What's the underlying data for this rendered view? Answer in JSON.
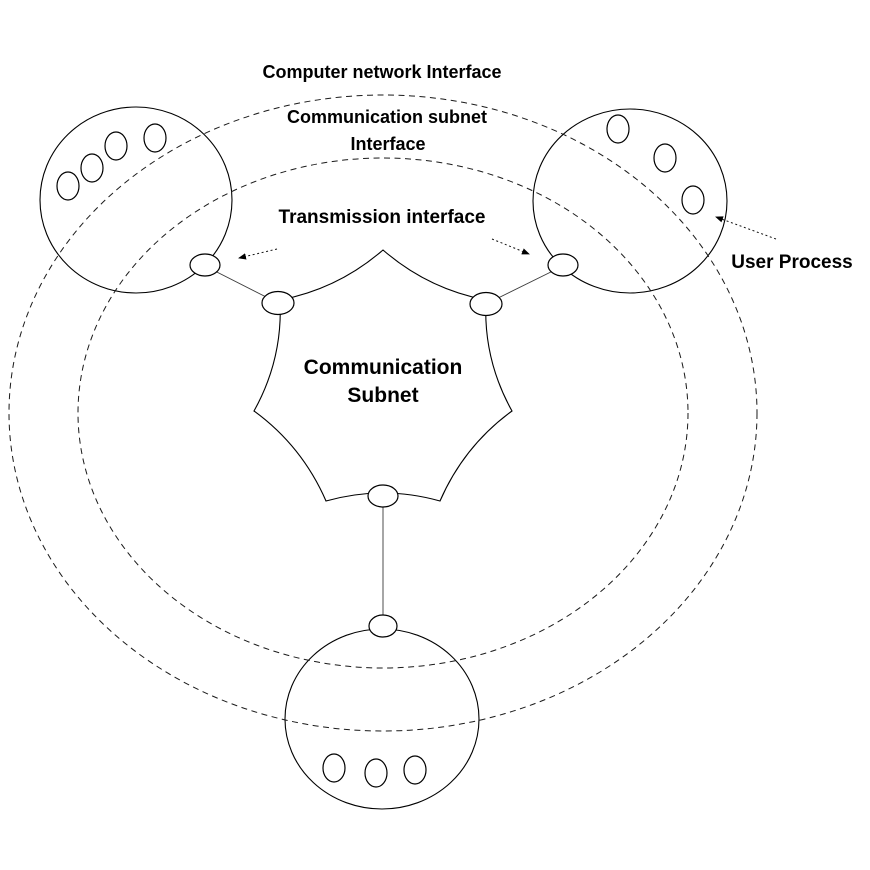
{
  "colors": {
    "background": "#ffffff",
    "line": "#000000",
    "text": "#000000"
  },
  "labels": {
    "computer_network_interface": "Computer network Interface",
    "communication_subnet_interface_line1": "Communication subnet",
    "communication_subnet_interface_line2": "Interface",
    "transmission_interface": "Transmission interface",
    "user_process": "User Process",
    "communication_subnet_line1": "Communication",
    "communication_subnet_line2": "Subnet"
  },
  "structure": {
    "boundary_rings": 2,
    "hosts": [
      {
        "position": "top-left",
        "user_processes": 4
      },
      {
        "position": "top-right",
        "user_processes": 3
      },
      {
        "position": "bottom",
        "user_processes": 3
      }
    ],
    "subnet_node": "Communication Subnet",
    "links_to_subnet": 3,
    "arrows": [
      {
        "label": "Transmission interface",
        "targets": 2
      },
      {
        "label": "User Process",
        "targets": 1
      }
    ]
  }
}
